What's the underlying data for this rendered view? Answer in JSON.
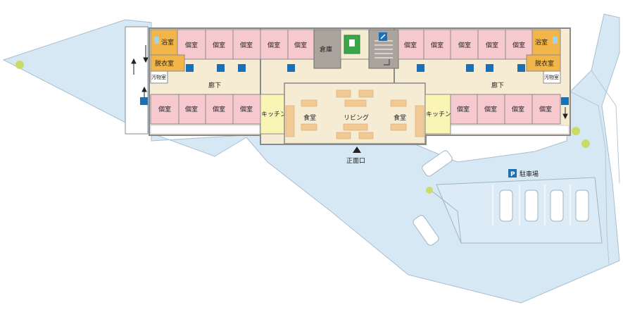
{
  "rooms": {
    "private": "個室",
    "bath": "浴室",
    "changing": "脱衣室",
    "soiled": "汚物室",
    "storage": "倉庫",
    "corridor": "廊下",
    "kitchen": "キッチン",
    "dining": "食堂",
    "living": "リビング"
  },
  "labels": {
    "entrance": "正面口",
    "parking": "駐車場",
    "parking_mark": "P"
  },
  "colors": {
    "site": "#d6e8f4",
    "private_room": "#f6c9cf",
    "bath": "#f1b54a",
    "kitchen": "#fbf5b5",
    "floor": "#f6ecd4",
    "storage": "#aaa49c",
    "wall": "#8a8a8a",
    "sign_blue": "#1a6fb5",
    "elevator_green": "#3aa64a",
    "tree": "#c9dc6a"
  }
}
